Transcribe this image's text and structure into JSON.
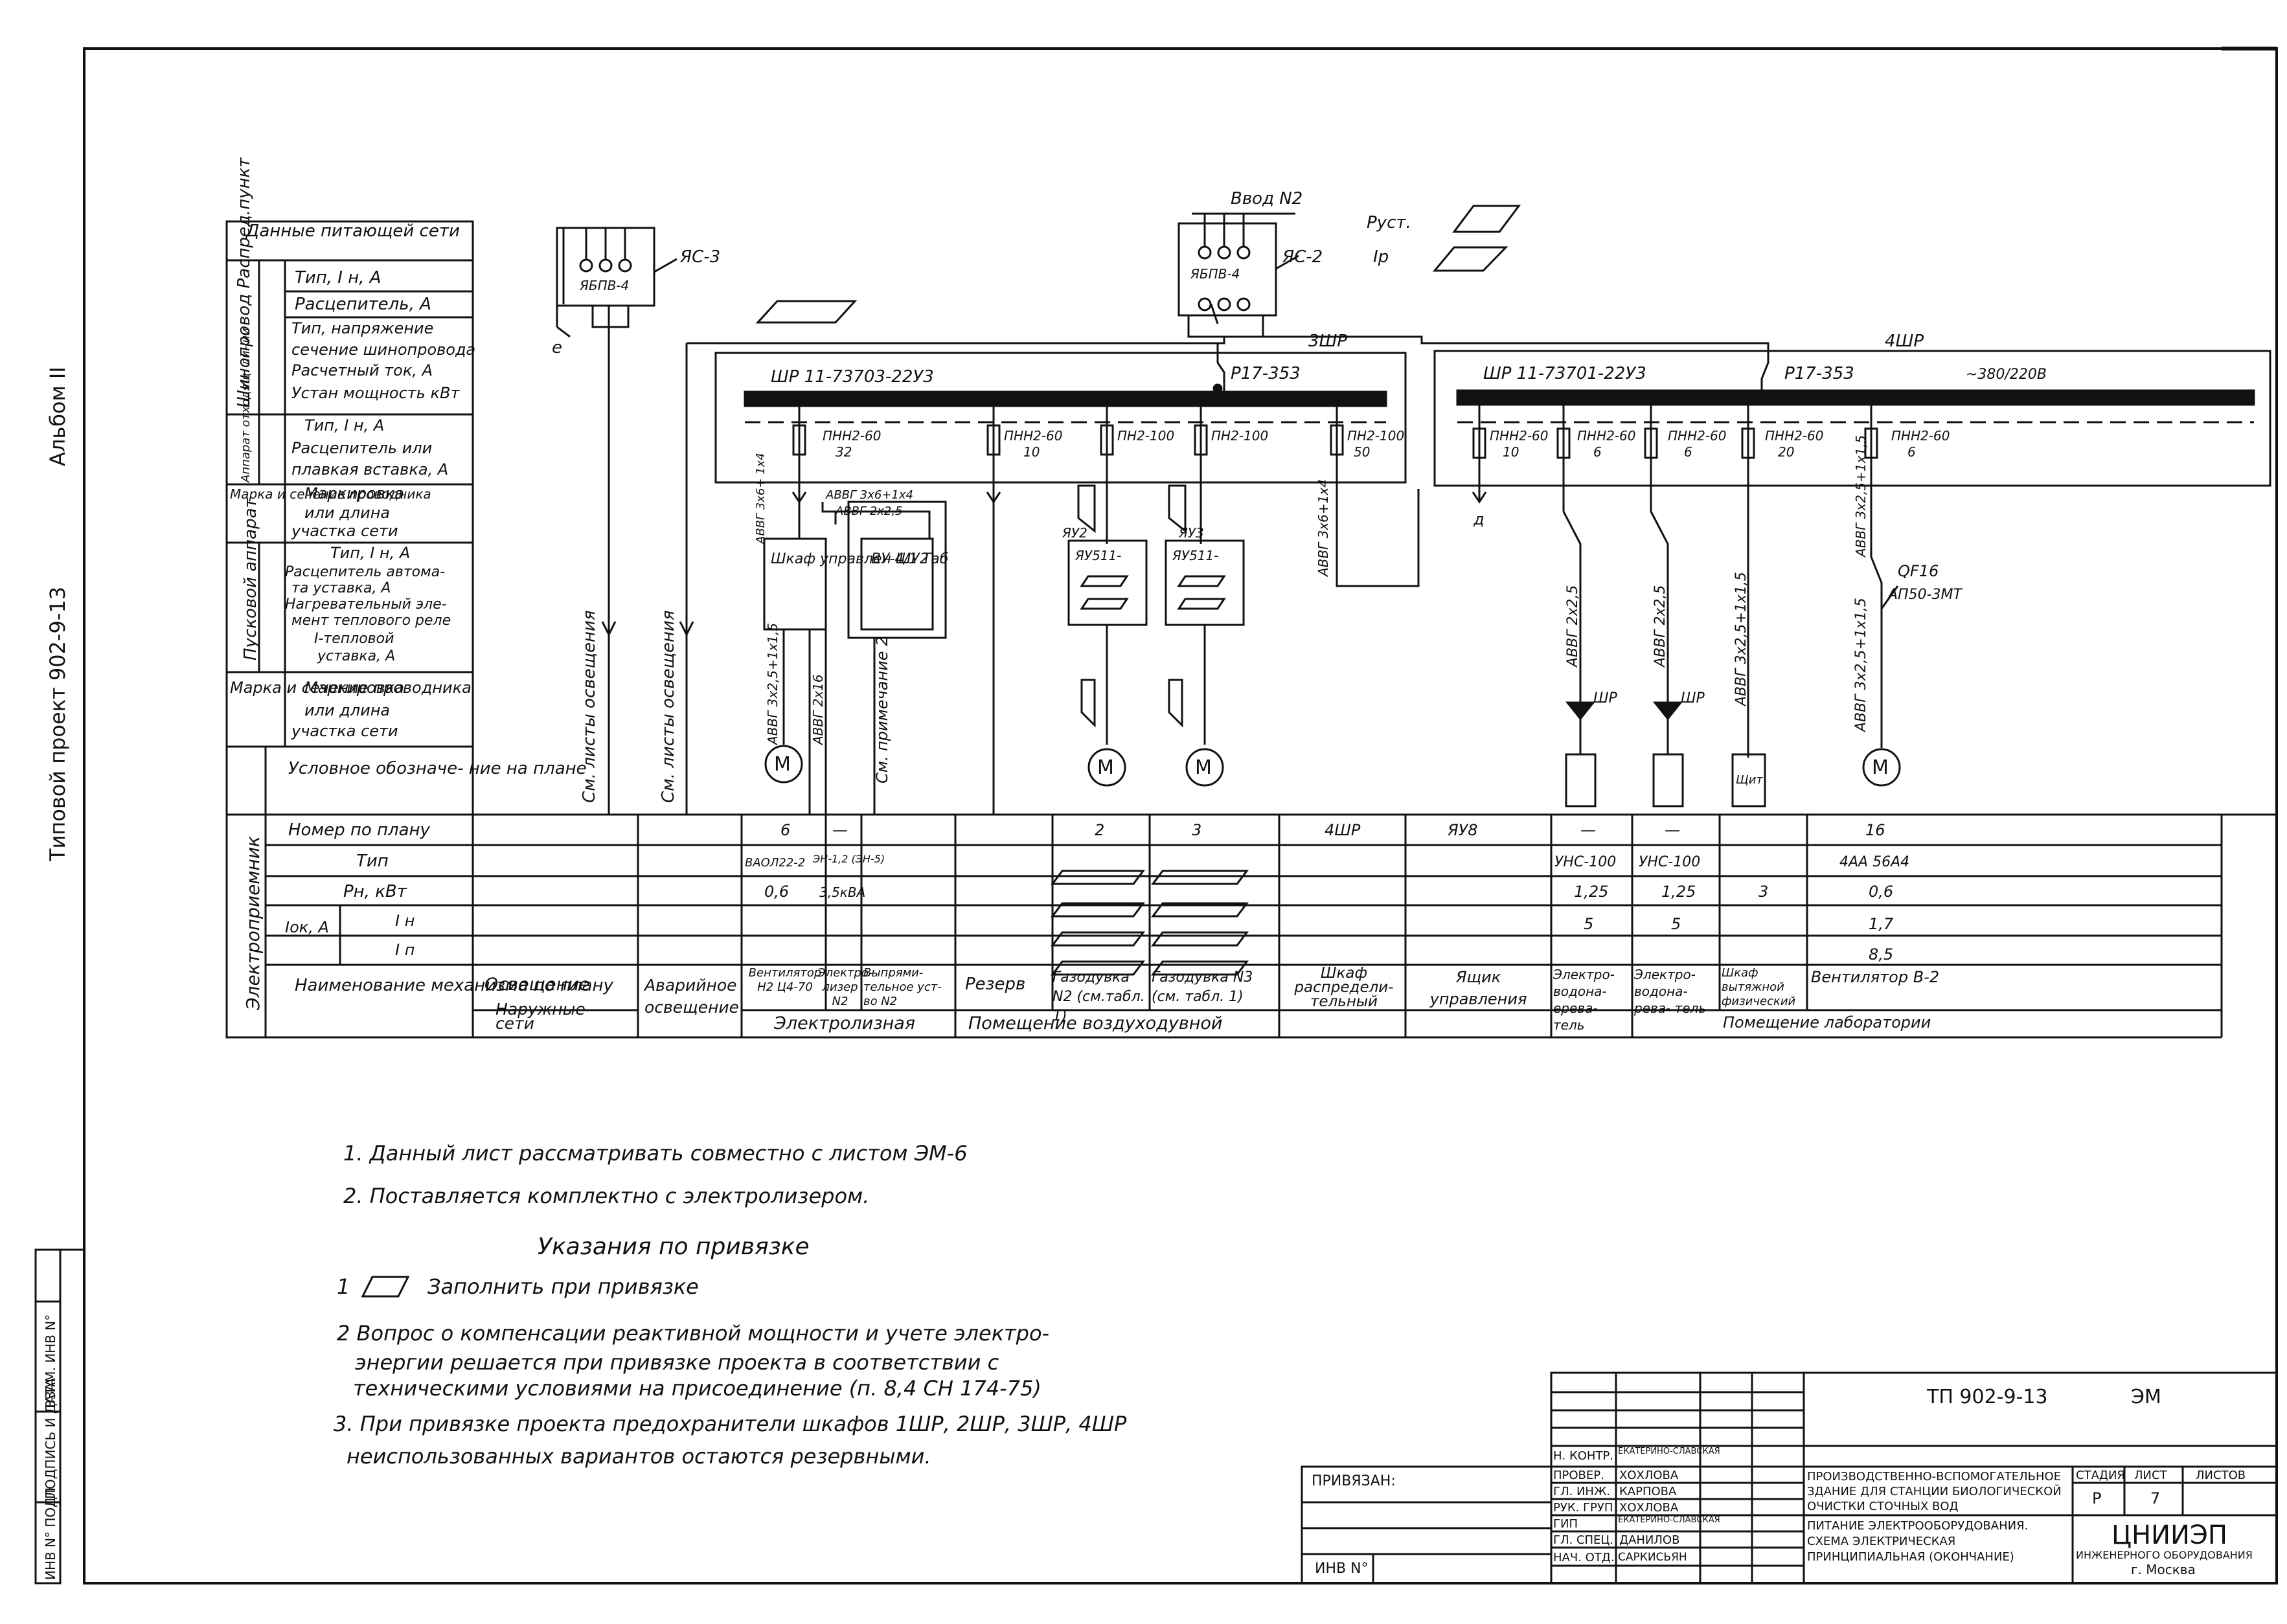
{
  "sheet": {
    "album": "Альбом II",
    "project": "Типовой проект 902-9-13"
  },
  "left_table": {
    "supply_header": "Данные питающей сети",
    "busbar_group": "Шинопровод Распред.пункт",
    "busbar_rows": [
      "Тип, I н, А",
      "Расцепитель, А",
      "Тип, напряжение",
      "сечение шинопровода",
      "Расчетный ток, А",
      "Устан мощность кВт"
    ],
    "branch_group": "Аппарат отходящ. линии",
    "branch_rows": [
      "Тип, I н, А",
      "Расцепитель или",
      "плавкая вставка, А"
    ],
    "mark_group": "Марка и сечение проводника",
    "mark_rows": [
      "Маркировка",
      "или длина",
      "участка сети"
    ],
    "starter_group": "Пусковой аппарат",
    "starter_rows": [
      "Тип, I н, А",
      "Расцепитель автома-",
      "та уставка, А",
      "Нагревательный эле-",
      "мент теплового реле",
      "I-тепловой",
      "уставка, А"
    ],
    "mark2_group": "Марка и сечение проводника",
    "mark2_rows": [
      "Маркировка",
      "или длина",
      "участка сети"
    ],
    "receiver_group": "Электроприемник",
    "receiver_rows": {
      "symbol": "Условное обозначе- ние на плане",
      "number": "Номер по плану",
      "type": "Тип",
      "power": "Pн, кВт",
      "current": "Iок, А",
      "in": "I н",
      "ip": "I п",
      "name": "Наименование механизма по плану"
    }
  },
  "diagram": {
    "feed2": "Ввод N2",
    "p_set": "Pуст.",
    "i_p": "Iр",
    "box1": "ЯБПВ-4",
    "box1_tag": "ЯС-3",
    "box1_out": "е",
    "box2": "ЯБПВ-4",
    "box2_tag": "ЯС-2",
    "cab3": "3ШР",
    "cab3_type": "ШР 11-73703-22У3",
    "cab3_switch": "Р17-353",
    "cab4": "4ШР",
    "cab4_type": "ШР 11-73701-22У3",
    "cab4_switch": "Р17-353",
    "voltage": "~380/220В",
    "fuses3": [
      {
        "type": "ПНН2-60",
        "rating": "32"
      },
      {
        "type": "ПНН2-60",
        "rating": "10"
      },
      {
        "type": "ПН2-100",
        "rating": ""
      },
      {
        "type": "ПН2-100",
        "rating": ""
      },
      {
        "type": "ПН2-100",
        "rating": "50"
      }
    ],
    "fuses4": [
      {
        "type": "ПНН2-60",
        "rating": "10"
      },
      {
        "type": "ПНН2-60",
        "rating": "6"
      },
      {
        "type": "ПНН2-60",
        "rating": "6"
      },
      {
        "type": "ПНН2-60",
        "rating": "20"
      },
      {
        "type": "ПНН2-60",
        "rating": "6"
      }
    ],
    "light1": "См. листы освещения",
    "light2": "См. листы освещения",
    "cable_a": "АВВГ 3х6+ 1х4",
    "cable_b": "АВВГ 3х6+1х4",
    "cable_c": "АВВГ 2х2,5",
    "cable_d": "АВВГ 3х6+1х4",
    "cab_shu": "Шкаф управлен ШУ2",
    "vu": "ВУ-4/1 Таб",
    "yau2": "ЯУ2",
    "yau3": "ЯУ3",
    "yau511a": "ЯУ511-",
    "yau511b": "ЯУ511-",
    "cable_m1": "АВВГ 3х2,5+1х1,5",
    "cable_e1": "АВВГ 2х16",
    "note_see": "См. примечание 2",
    "motor": "M",
    "cable_h1": "АВВГ 2х2,5",
    "cable_h2": "АВВГ 2х2,5",
    "cable_h3": "АВВГ 3х2,5+1х1,5",
    "cable_h4": "АВВГ 3х2,5+1х1,5",
    "cable_h5": "АВВГ 3х2,5+1х1,5",
    "shr": "ШР",
    "qf16": "QF16",
    "ap50": "АП50-3МТ",
    "ashchit": "Щит",
    "d_label": "д"
  },
  "receivers": {
    "cols": [
      {
        "num": "",
        "type": "",
        "p": "",
        "in": "",
        "ip": "",
        "name": "Освещение",
        "sub": "Наружные сети"
      },
      {
        "num": "",
        "type": "",
        "p": "",
        "in": "",
        "ip": "",
        "name": "Аварийное освещение",
        "sub": ""
      },
      {
        "num": "6",
        "type": "ВАОЛ22-2",
        "p": "0,6",
        "in": "",
        "ip": "",
        "name": "Вентилятор Н2 Ц4-70",
        "sub": ""
      },
      {
        "num": "—",
        "type": "ЭН-1,2 (ЭН-5)",
        "p": "3,5кВА",
        "in": "",
        "ip": "",
        "name": "Электро- лизер N2",
        "sub": ""
      },
      {
        "num": "",
        "type": "",
        "p": "",
        "in": "",
        "ip": "",
        "name": "Выпрями- тельное уст-во N2",
        "sub": ""
      },
      {
        "num": "",
        "type": "",
        "p": "",
        "in": "",
        "ip": "",
        "name": "Резерв",
        "sub": ""
      },
      {
        "num": "2",
        "type": "",
        "p": "",
        "in": "",
        "ip": "",
        "name": "Газодувка N2 (см.табл. 1)",
        "sub": ""
      },
      {
        "num": "3",
        "type": "",
        "p": "",
        "in": "",
        "ip": "",
        "name": "Газодувка N3 (см. табл. 1)",
        "sub": ""
      },
      {
        "num": "4ШР",
        "type": "",
        "p": "",
        "in": "",
        "ip": "",
        "name": "Шкаф распредели- тельный",
        "sub": ""
      },
      {
        "num": "ЯУ8",
        "type": "",
        "p": "",
        "in": "",
        "ip": "",
        "name": "Ящик управления",
        "sub": ""
      },
      {
        "num": "—",
        "type": "УНС-100",
        "p": "1,25",
        "in": "5",
        "ip": "",
        "name": "Электро- водона- ерева- тель",
        "sub": ""
      },
      {
        "num": "—",
        "type": "УНС-100",
        "p": "1,25",
        "in": "5",
        "ip": "",
        "name": "Электро- водона- рева- тель",
        "sub": ""
      },
      {
        "num": "",
        "type": "",
        "p": "3",
        "in": "",
        "ip": "",
        "name": "Шкаф вытяжной физический",
        "sub": ""
      },
      {
        "num": "16",
        "type": "4АА 56А4",
        "p": "0,6",
        "in": "1,7",
        "ip": "8,5",
        "name": "Вентилятор В-2",
        "sub": ""
      }
    ],
    "groups": [
      "Электролизная",
      "Помещение воздуходувной",
      "Помещение лаборатории"
    ]
  },
  "notes": {
    "n1": "1. Данный лист рассматривать совместно с листом ЭМ-6",
    "n2": "2. Поставляется комплектно с электролизером.",
    "heading": "Указания по привязке",
    "b1": "Заполнить при привязке",
    "b1_num": "1",
    "b2a": "2 Вопрос о компенсации реактивной мощности и учете электро-",
    "b2b": "энергии решается при привязке проекта в соответствии с",
    "b2c": "техническими условиями на присоединение (п. 8,4 СН 174-75)",
    "b3a": "3. При привязке проекта предохранители шкафов 1ШР, 2ШР, 3ШР, 4ШР",
    "b3b": "неиспользованных вариантов остаются резервными."
  },
  "stamp": {
    "code": "ТП 902-9-13",
    "mark": "ЭМ",
    "tied": "ПРИВЯЗАН:",
    "inv": "ИНВ N°",
    "roles": [
      "Н. КОНТР.",
      "ПРОВЕР.",
      "ГЛ. ИНЖ.",
      "РУК. ГРУП",
      "ГИП",
      "ГЛ. СПЕЦ.",
      "НАЧ. ОТД."
    ],
    "names": [
      "ЕКАТЕРИНО-СЛАВСКАЯ",
      "ХОХЛОВА",
      "КАРПОВА",
      "ХОХЛОВА",
      "ЕКАТЕРИНО-СЛАВСКАЯ",
      "ДАНИЛОВ",
      "САРКИСЬЯН"
    ],
    "title1": "ПРОИЗВОДСТВЕННО-ВСПОМОГАТЕЛЬНОЕ",
    "title2": "ЗДАНИЕ ДЛЯ СТАНЦИИ БИОЛОГИЧЕСКОЙ",
    "title3": "ОЧИСТКИ СТОЧНЫХ ВОД",
    "title4": "ПИТАНИЕ ЭЛЕКТРООБОРУДОВАНИЯ.",
    "title5": "СХЕМА ЭЛЕКТРИЧЕСКАЯ",
    "title6": "ПРИНЦИПИАЛЬНАЯ (ОКОНЧАНИЕ)",
    "stage_h": "СТАДИЯ",
    "sheet_h": "ЛИСТ",
    "sheets_h": "ЛИСТОВ",
    "stage": "Р",
    "sheet": "7",
    "org1": "ЦНИИЭП",
    "org2": "ИНЖЕНЕРНОГО ОБОРУДОВАНИЯ",
    "org3": "г. Москва",
    "side": [
      "ИНВ N° ПОДЛ.",
      "ПОДПИСЬ И ДАТА",
      "ВЗАМ. ИНВ N°"
    ]
  }
}
